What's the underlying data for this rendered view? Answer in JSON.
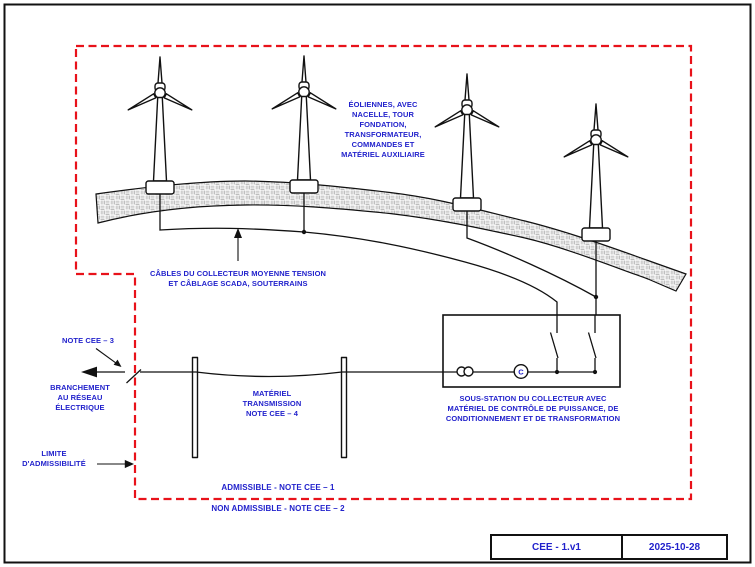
{
  "diagram": {
    "labels": {
      "turbines": "ÉOLIENNES, AVEC\nNACELLE, TOUR\nFONDATION,\nTRANSFORMATEUR,\nCOMMANDES ET\nMATÉRIEL AUXILIAIRE",
      "cables": "CÂBLES DU COLLECTEUR MOYENNE TENSION\nET CÂBLAGE SCADA, SOUTERRAINS",
      "note_cee_3": "NOTE CEE – 3",
      "branchement": "BRANCHEMENT\nAU RÉSEAU\nÉLECTRIQUE",
      "transmission": "MATÉRIEL\nTRANSMISSION\nNOTE CEE – 4",
      "substation": "SOUS-STATION DU COLLECTEUR AVEC\nMATÉRIEL DE CONTRÔLE DE PUISSANCE, DE\nCONDITIONNEMENT ET DE TRANSFORMATION",
      "limite": "LIMITE\nD'ADMISSIBILITÉ",
      "admissible": "ADMISSIBLE - NOTE CEE – 1",
      "non_admissible": "NON ADMISSIBLE - NOTE CEE – 2",
      "c_symbol": "C"
    },
    "title_block": {
      "doc_id": "CEE - 1.v1",
      "date": "2025-10-28"
    },
    "colors": {
      "label_blue": "#2222cc",
      "boundary_red": "#e8121a",
      "line_ink": "#111111"
    }
  }
}
